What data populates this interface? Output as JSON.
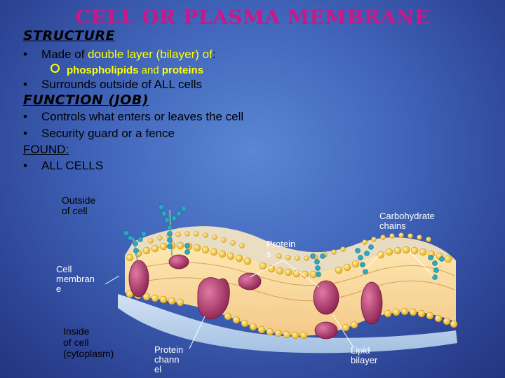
{
  "title": "CELL OR PLASMA MEMBRANE",
  "structure": {
    "heading": "STRUCTURE",
    "made_of_prefix": "Made of ",
    "made_of_highlight": "double layer (bilayer) of",
    "made_of_colon": ":",
    "sub_phospholipids": "phospholipids",
    "sub_and": " and ",
    "sub_proteins": "proteins",
    "surrounds": "Surrounds outside of ALL cells"
  },
  "function": {
    "heading": "FUNCTION (JOB)",
    "item1": "Controls what enters or leaves the cell",
    "item2": "Security guard or a fence"
  },
  "found": {
    "heading": "FOUND:",
    "item1": "ALL CELLS"
  },
  "diagram_labels": {
    "outside": "Outside\nof cell",
    "carbohydrate": "Carbohydrate\nchains",
    "proteins": "Protein\ns",
    "cell_membrane": "Cell\nmembran\ne",
    "inside": "Inside\nof cell\n(cytoplasm)",
    "protein_channel": "Protein\nchann\nel",
    "lipid_bilayer": "Lipid\nbilayer"
  },
  "colors": {
    "title": "#c8188a",
    "highlight": "#ffff00",
    "phospholipid_head": "#f2c531",
    "protein": "#b03a6a",
    "carbohydrate": "#2aa8c4"
  }
}
